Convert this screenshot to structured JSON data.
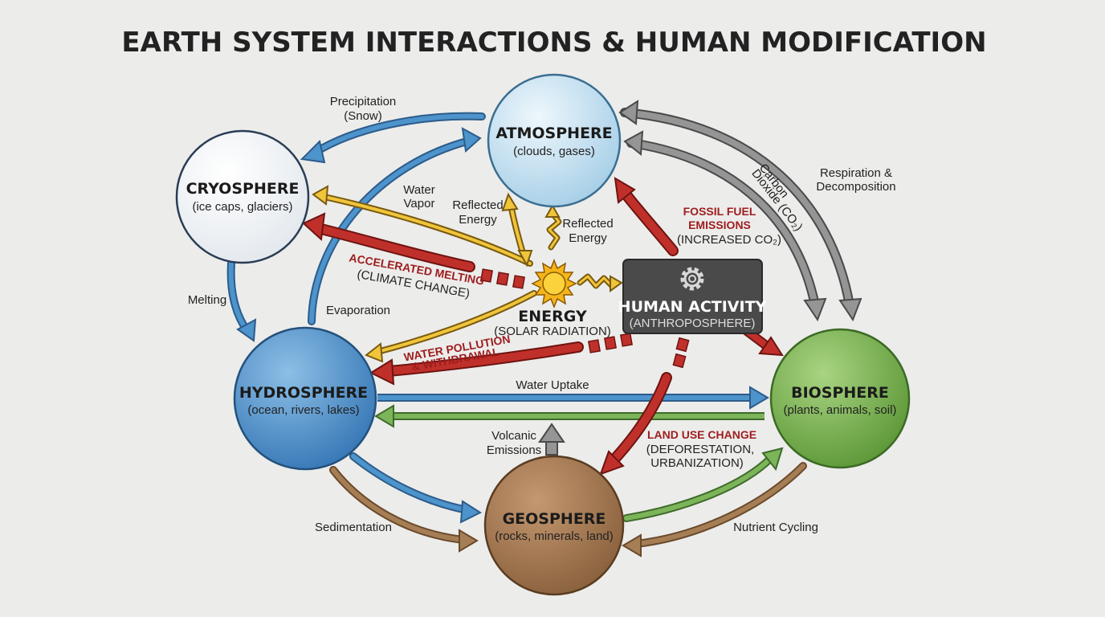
{
  "title": "EARTH SYSTEM INTERACTIONS & HUMAN MODIFICATION",
  "spheres": {
    "atmosphere": {
      "name": "ATMOSPHERE",
      "desc": "(clouds, gases)"
    },
    "cryosphere": {
      "name": "CRYOSPHERE",
      "desc": "(ice caps, glaciers)"
    },
    "hydrosphere": {
      "name": "HYDROSPHERE",
      "desc": "(ocean, rivers, lakes)"
    },
    "biosphere": {
      "name": "BIOSPHERE",
      "desc": "(plants, animals, soil)"
    },
    "geosphere": {
      "name": "GEOSPHERE",
      "desc": "(rocks, minerals, land)"
    }
  },
  "energy": {
    "name": "ENERGY",
    "desc": "(SOLAR RADIATION)"
  },
  "human": {
    "name": "HUMAN ACTIVITY",
    "desc": "(ANTHROPOSPHERE)"
  },
  "labels": {
    "precipitation_1": "Precipitation",
    "precipitation_2": "(Snow)",
    "water_vapor_1": "Water",
    "water_vapor_2": "Vapor",
    "reflected_a_1": "Reflected",
    "reflected_a_2": "Energy",
    "reflected_b_1": "Reflected",
    "reflected_b_2": "Energy",
    "carbon_1": "Carbon",
    "carbon_2": "Dioxide (CO₂)",
    "respiration_1": "Respiration &",
    "respiration_2": "Decomposition",
    "melting": "Melting",
    "evaporation": "Evaporation",
    "water_uptake": "Water Uptake",
    "volcanic_1": "Volcanic",
    "volcanic_2": "Emissions",
    "sedimentation": "Sedimentation",
    "nutrient": "Nutrient Cycling"
  },
  "human_impacts": {
    "fossil_1": "FOSSIL FUEL",
    "fossil_2": "EMISSIONS",
    "fossil_3": "(INCREASED CO₂)",
    "melting_1": "ACCELERATED MELTING",
    "melting_2": "(CLIMATE CHANGE)",
    "pollution_1": "WATER POLLUTION",
    "pollution_2": "& WITHDRAWAL",
    "landuse_1": "LAND USE CHANGE",
    "landuse_2": "(DEFORESTATION,",
    "landuse_3": "URBANIZATION)"
  },
  "colors": {
    "blue_arrow": "#4d93cc",
    "gray_arrow": "#959595",
    "red_arrow": "#c0302b",
    "yellow_arrow": "#f0c53a",
    "green_arrow": "#7cb45a",
    "brown_arrow": "#a57e55",
    "atmosphere": "#c6e2f1",
    "hydrosphere": "#4d8ec9",
    "biosphere": "#79b14f",
    "geosphere": "#a07550",
    "human_box": "#4a4a4a"
  },
  "icons": {
    "gear": "gear-icon",
    "sun": "sun-icon"
  }
}
